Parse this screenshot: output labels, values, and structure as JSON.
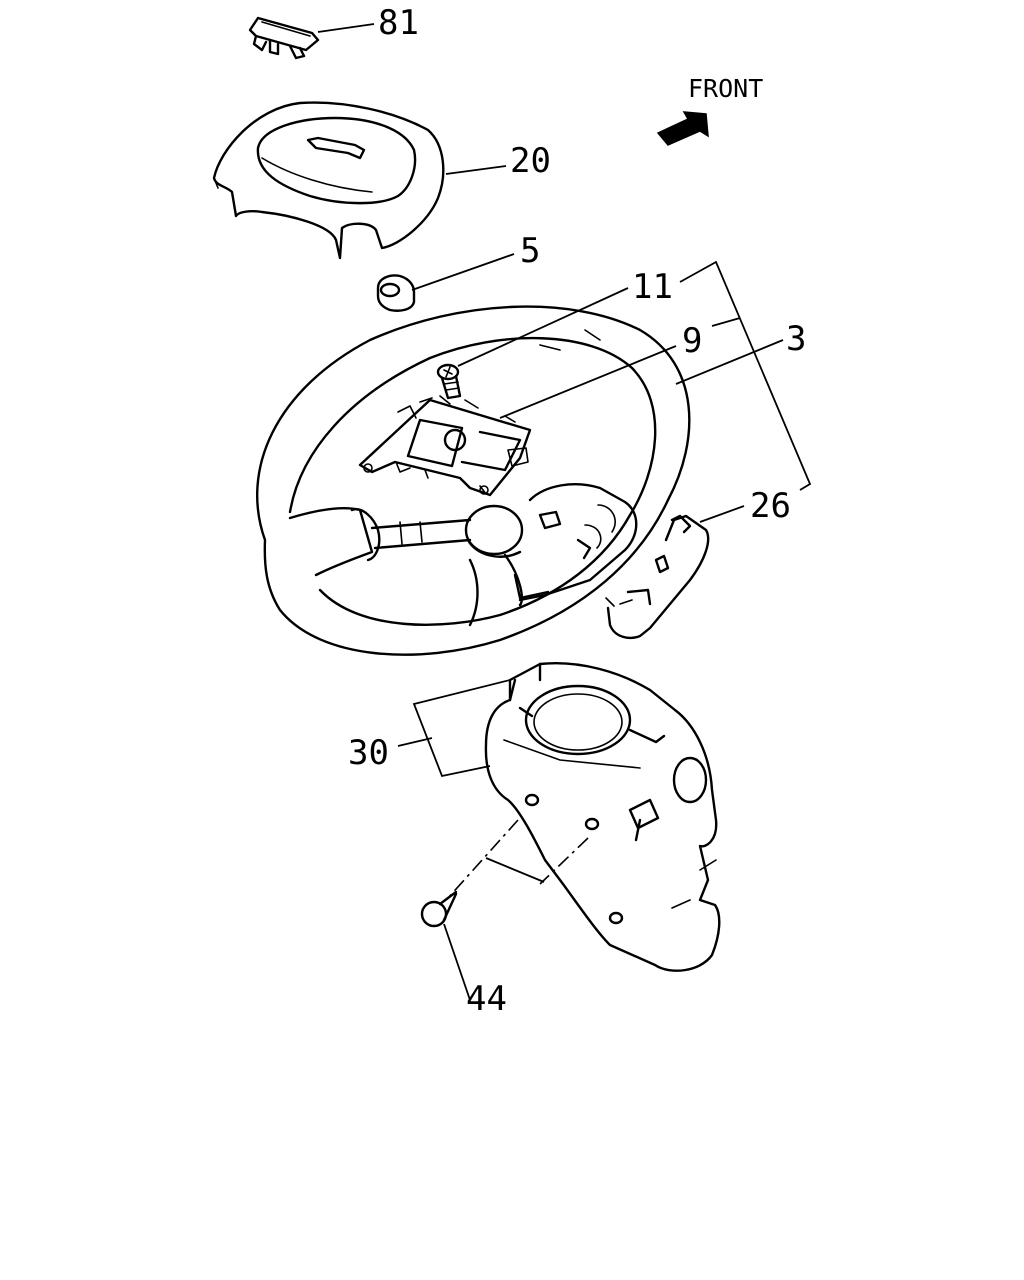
{
  "diagram": {
    "direction_label": "FRONT",
    "parts": [
      {
        "id": "clip",
        "callout": "81"
      },
      {
        "id": "horn-pad",
        "callout": "20"
      },
      {
        "id": "nut",
        "callout": "5"
      },
      {
        "id": "bolt",
        "callout": "11"
      },
      {
        "id": "bracket",
        "callout": "9"
      },
      {
        "id": "steering-wheel",
        "callout": "3"
      },
      {
        "id": "rear-cover",
        "callout": "26"
      },
      {
        "id": "column-cover",
        "callout": "30"
      },
      {
        "id": "screw",
        "callout": "44"
      }
    ]
  }
}
